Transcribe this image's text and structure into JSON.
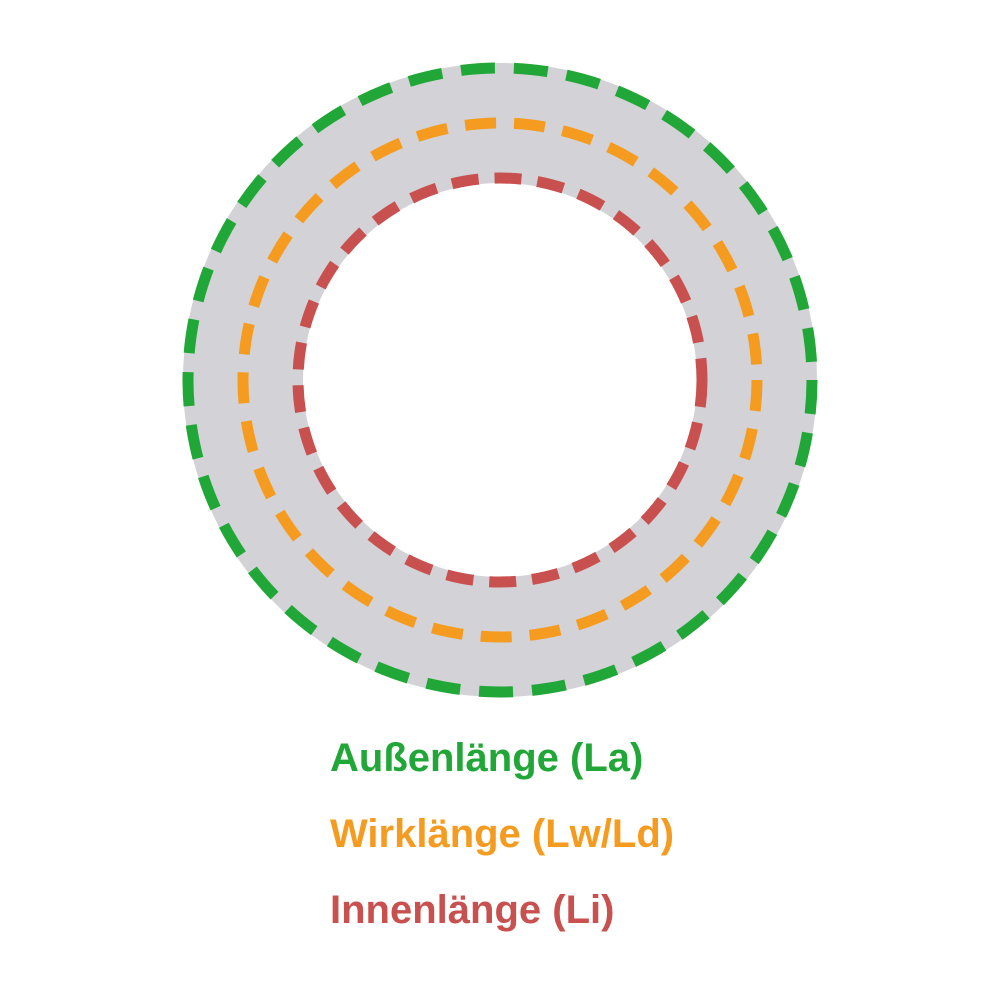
{
  "diagram": {
    "labels": {
      "outer": "Außenlänge (La)",
      "effective": "Wirklänge (Lw/Ld)",
      "inner": "Innenlänge (Li)"
    },
    "colors": {
      "outer": "#21A737",
      "effective": "#F59C20",
      "inner": "#C8504E",
      "belt": "#D2D2D7"
    }
  }
}
